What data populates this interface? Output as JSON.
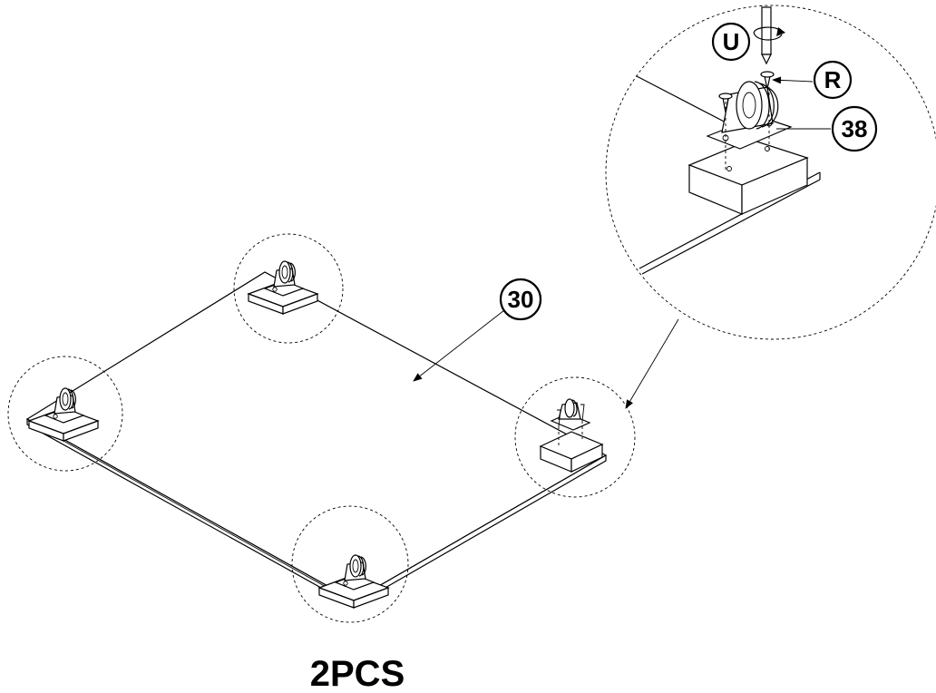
{
  "labels": {
    "panel": "30",
    "caster": "38",
    "screw": "R",
    "tool": "U",
    "quantity": "2PCS"
  }
}
